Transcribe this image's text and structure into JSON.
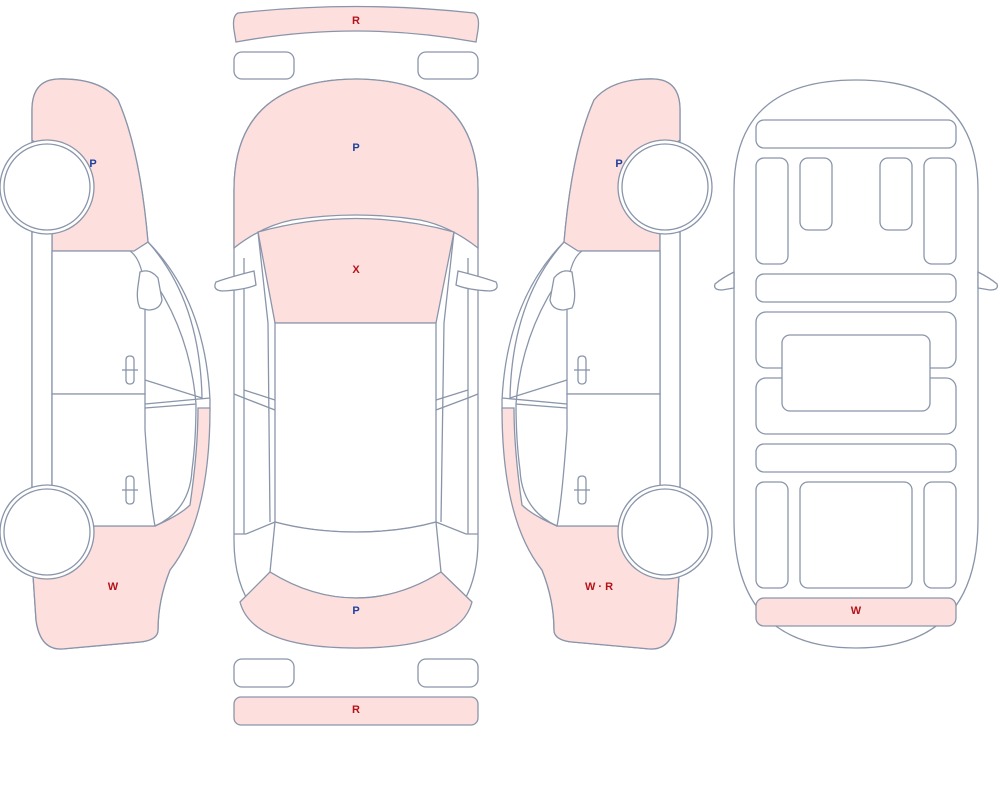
{
  "colors": {
    "outline": "#8a95aa",
    "damage_fill": "#fde0de",
    "code_red": "#b3121a",
    "code_blue": "#1c3fa0"
  },
  "marks": {
    "rear_bumper_top": "R",
    "hood": "P",
    "windshield": "X",
    "trunk_lid": "P",
    "front_bumper_bottom": "R",
    "left_front_fender": "P",
    "left_rear_quarter": "W",
    "right_front_fender": "P",
    "right_rear_quarter": "W · R",
    "underbody_rear": "W"
  }
}
